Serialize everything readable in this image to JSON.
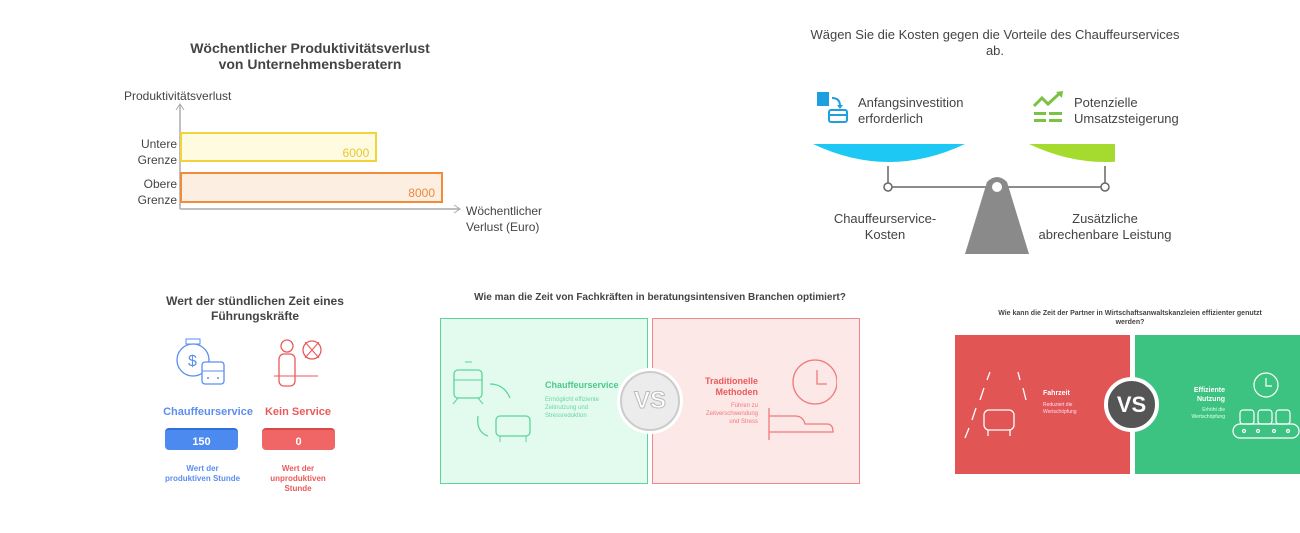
{
  "chart_data": {
    "type": "bar",
    "orientation": "horizontal",
    "title": "Wöchentlicher Produktivitätsverlust von Unternehmensberatern",
    "ylabel": "Produktivitätsverlust",
    "xlabel": "Wöchentlicher Verlust (Euro)",
    "categories": [
      "Untere Grenze",
      "Obere Grenze"
    ],
    "values": [
      6000,
      8000
    ],
    "colors": [
      "#f2d43a",
      "#f08c3a"
    ],
    "xlim": [
      0,
      8600
    ]
  },
  "chart_labels": {
    "title1": "Wöchentlicher Produktivitätsverlust",
    "title2": "von Unternehmensberatern",
    "ylabel": "Produktivitätsverlust",
    "xlabel1": "Wöchentlicher",
    "xlabel2": "Verlust (Euro)",
    "cat0a": "Untere",
    "cat0b": "Grenze",
    "cat1a": "Obere",
    "cat1b": "Grenze",
    "v0": "6000",
    "v1": "8000"
  },
  "scale": {
    "title1": "Wägen Sie die Kosten gegen die Vorteile des Chauffeurservices",
    "title2": "ab.",
    "left_top1": "Anfangsinvestition",
    "left_top2": "erforderlich",
    "right_top1": "Potenzielle",
    "right_top2": "Umsatzsteigerung",
    "left_bottom1": "Chauffeurservice-",
    "left_bottom2": "Kosten",
    "right_bottom1": "Zusätzliche",
    "right_bottom2": "abrechenbare Leistung",
    "colors": {
      "left": "#1ec8f5",
      "right": "#a5db2e",
      "stand": "#8a8a8a"
    }
  },
  "hourly": {
    "title1": "Wert der stündlichen Zeit eines",
    "title2": "Führungskräfte",
    "left_label": "Chauffeurservice",
    "left_value": "150",
    "left_caption1": "Wert der",
    "left_caption2": "produktiven Stunde",
    "right_label": "Kein Service",
    "right_value": "0",
    "right_caption1": "Wert der",
    "right_caption2": "unproduktiven",
    "right_caption3": "Stunde"
  },
  "compare1": {
    "title": "Wie man die Zeit von Fachkräften in beratungsintensiven Branchen optimiert?",
    "left_title": "Chauffeurservice",
    "left_desc1": "Ermöglicht effiziente",
    "left_desc2": "Zeitnutzung und",
    "left_desc3": "Stressreduktion",
    "right_title1": "Traditionelle",
    "right_title2": "Methoden",
    "right_desc1": "Führen zu",
    "right_desc2": "Zeitverschwendung",
    "right_desc3": "und Stress",
    "vs": "VS"
  },
  "compare2": {
    "title1": "Wie kann die Zeit der Partner in Wirtschaftsanwaltskanzleien effizienter genutzt",
    "title2": "werden?",
    "left_title": "Fahrzeit",
    "left_desc1": "Reduziert die",
    "left_desc2": "Wertschöpfung",
    "right_title1": "Effiziente",
    "right_title2": "Nutzung",
    "right_desc1": "Erhöht die",
    "right_desc2": "Wertschöpfung",
    "vs": "VS"
  }
}
